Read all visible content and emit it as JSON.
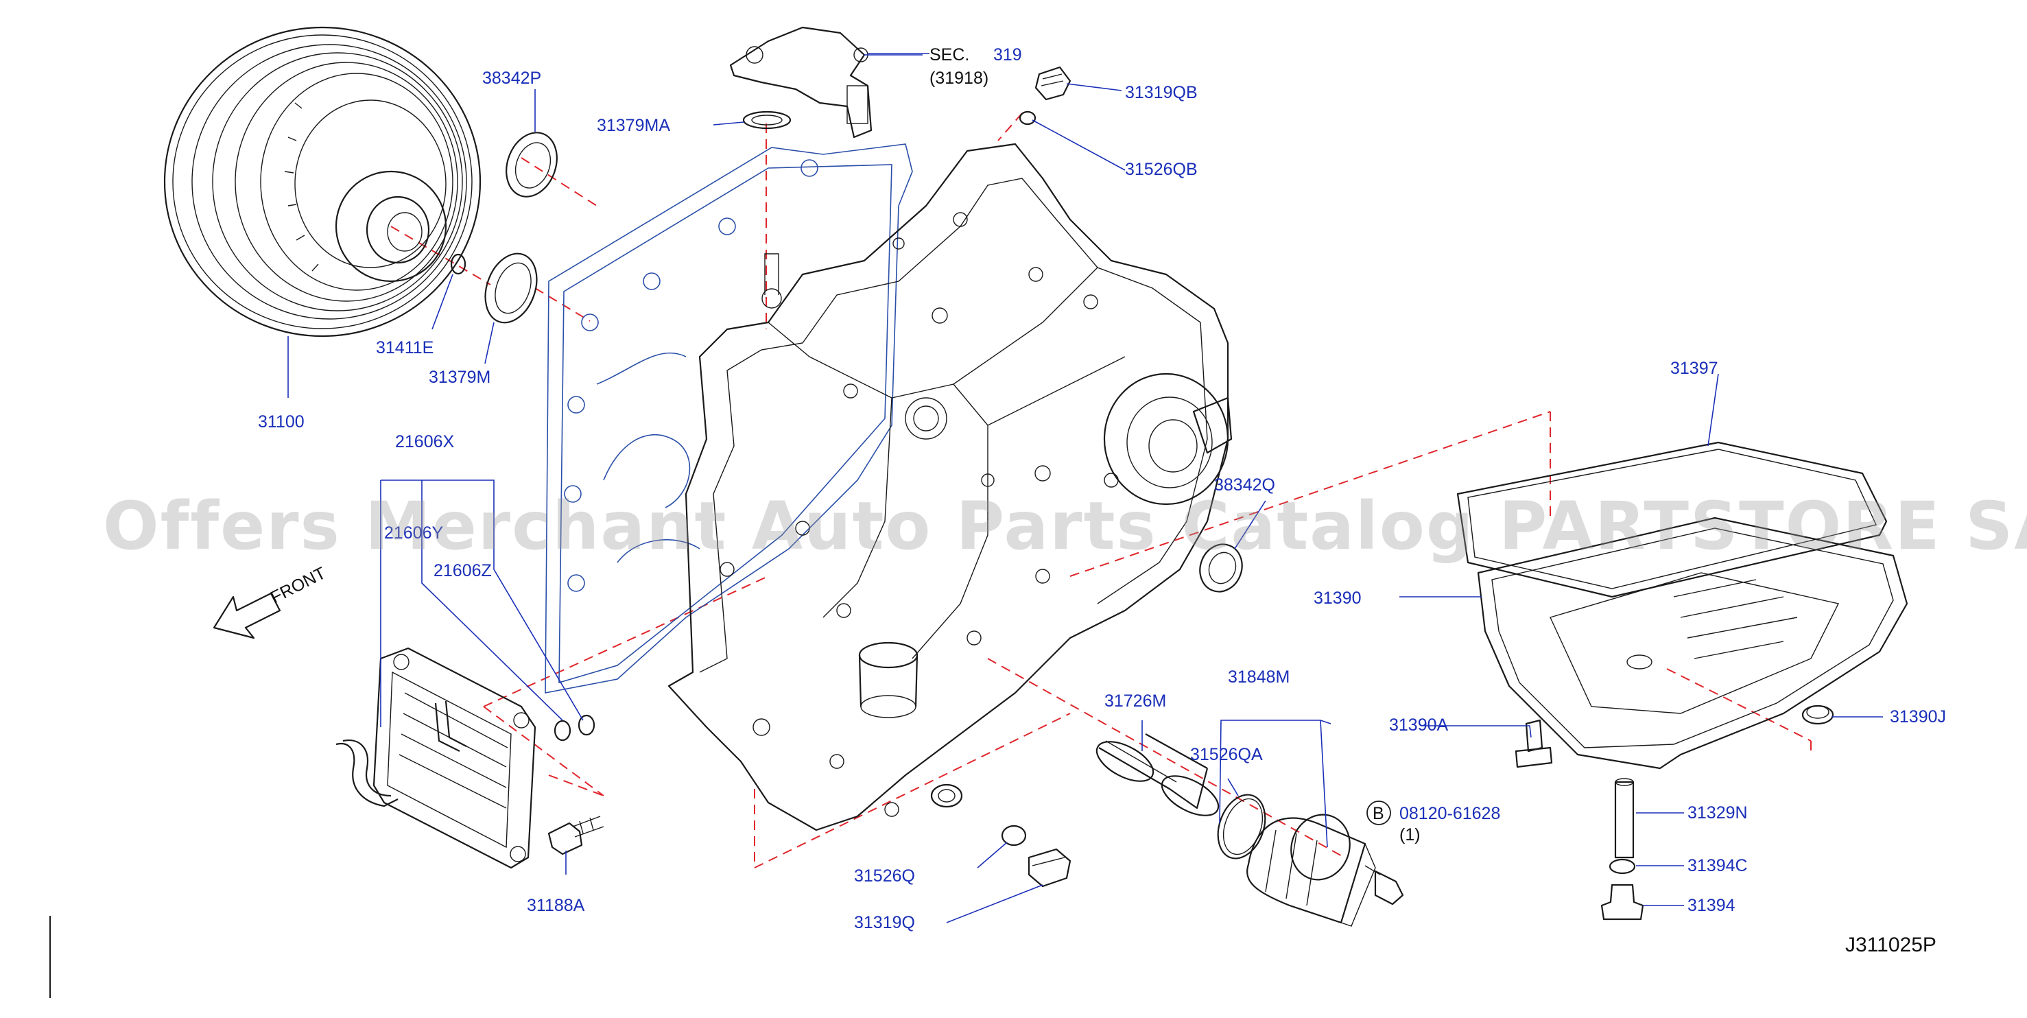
{
  "watermark": "Offers Merchant Auto Parts Catalog PARTSTORE SA",
  "diagram_code": "J311025P",
  "front_label": "FRONT",
  "section_ref": {
    "prefix": "SEC.",
    "number": "319",
    "sub": "(31918)"
  },
  "bolt_ref": {
    "circle": "B",
    "part": "08120-61628",
    "qty": "(1)"
  },
  "parts": {
    "p38342P": "38342P",
    "p31379MA": "31379MA",
    "p31411E": "31411E",
    "p31379M": "31379M",
    "p31100": "31100",
    "p31319QB": "31319QB",
    "p31526QB": "31526QB",
    "p21606X": "21606X",
    "p21606Y": "21606Y",
    "p21606Z": "21606Z",
    "p38342Q": "38342Q",
    "p31397": "31397",
    "p31390": "31390",
    "p31390A": "31390A",
    "p31390J": "31390J",
    "p31329N": "31329N",
    "p31394C": "31394C",
    "p31394": "31394",
    "p31848M": "31848M",
    "p31726M": "31726M",
    "p31526QA": "31526QA",
    "p31526Q": "31526Q",
    "p31319Q": "31319Q",
    "p31188A": "31188A"
  },
  "colors": {
    "label": "#1a2fb8",
    "hidden_line": "#e0262b",
    "case_outline": "#2a4fa8",
    "line": "#1a1a1a"
  }
}
